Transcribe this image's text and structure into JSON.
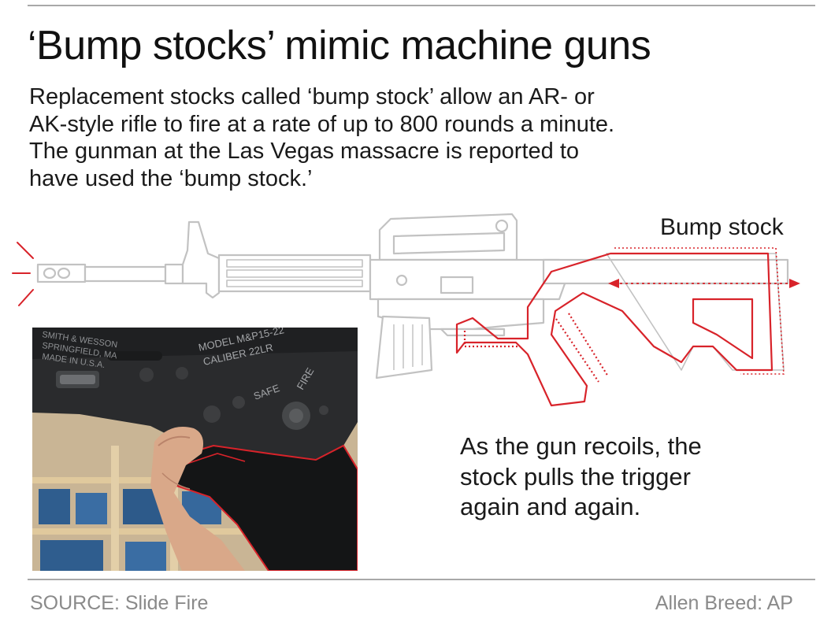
{
  "title": "‘Bump stocks’ mimic machine guns",
  "subtitle_lines": [
    "Replacement stocks called ‘bump stock’ allow an AR- or",
    "AK-style rifle to fire at a rate of up to 800 rounds a minute.",
    "The gunman at the Las Vegas massacre is reported to",
    "have used the ‘bump stock.’"
  ],
  "diagram": {
    "bump_stock_label": "Bump stock",
    "caption_lines": [
      "As the gun recoils, the",
      "stock pulls the trigger",
      "again and again."
    ],
    "colors": {
      "rifle_outline": "#c2c2c2",
      "bump_stock": "#d8232a"
    }
  },
  "photo": {
    "receiver_text_lines": [
      "MODEL M&P15-22",
      "CALIBER 22LR"
    ],
    "maker_text_lines": [
      "SMITH & WESSON",
      "SPRINGFIELD, MA",
      "MADE IN U.S.A."
    ],
    "safe_label": "SAFE",
    "fire_label": "FIRE"
  },
  "footer": {
    "source": "SOURCE: Slide Fire",
    "credit": "Allen Breed: AP"
  }
}
